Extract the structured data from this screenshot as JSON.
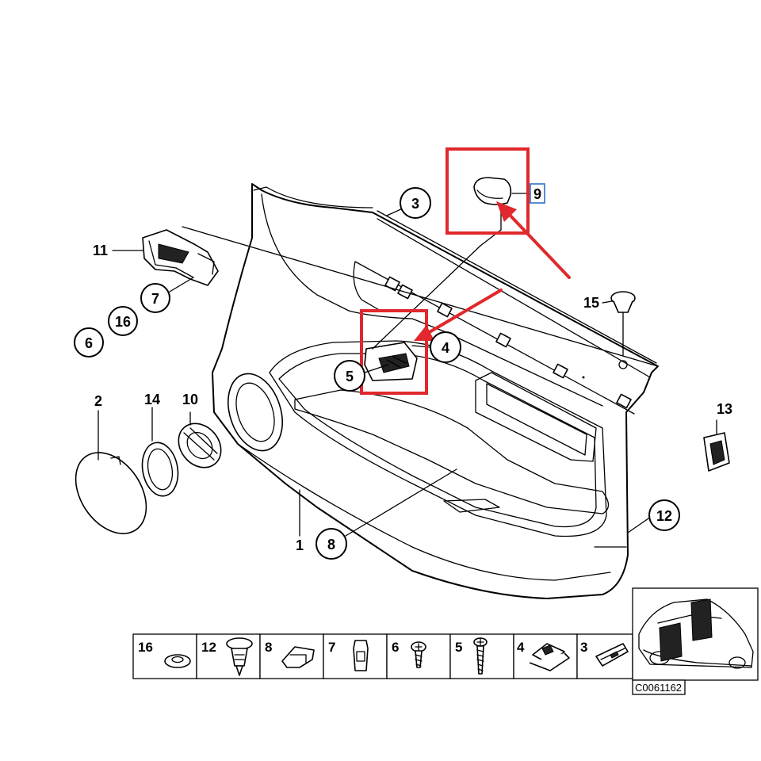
{
  "callouts": {
    "c1": "1",
    "c2": "2",
    "c3": "3",
    "c4": "4",
    "c5": "5",
    "c6": "6",
    "c7": "7",
    "c8": "8",
    "c9": "9",
    "c10": "10",
    "c11": "11",
    "c12": "12",
    "c13": "13",
    "c14": "14",
    "c15": "15",
    "c16": "16"
  },
  "legend": {
    "items": [
      "16",
      "12",
      "8",
      "7",
      "6",
      "5",
      "4",
      "3"
    ]
  },
  "diagram_code": "C0061162",
  "colors": {
    "highlight": "#e0282d",
    "selection": "#2a73c9",
    "line": "#000000"
  }
}
